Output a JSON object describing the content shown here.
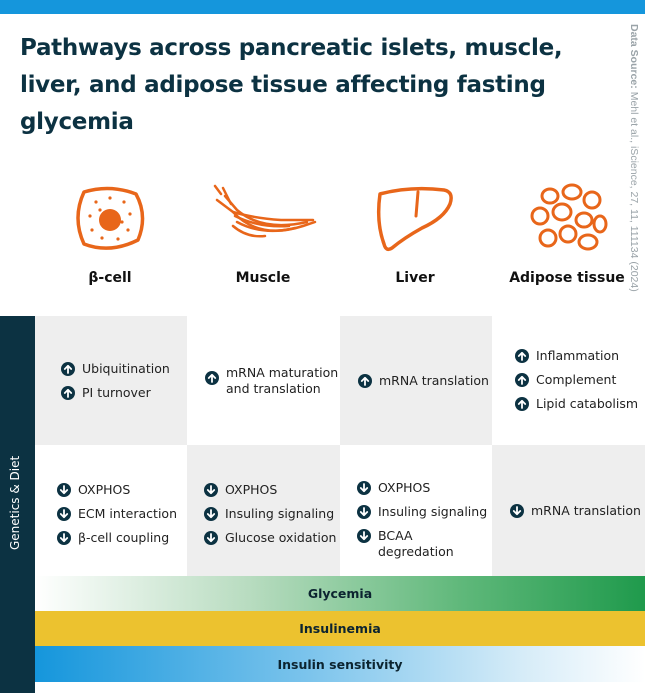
{
  "title": "Pathways across pancreatic islets, muscle, liver, and adipose tissue affecting fasting glycemia",
  "source": {
    "label": "Data Source:",
    "text": "Mehl et al., iScience, 27, 11, 111134 (2024)"
  },
  "side_label": "Genetics & Diet",
  "colors": {
    "accent_orange": "#e8661a",
    "dark_teal": "#0c3242",
    "top_bar_blue": "#1596dc",
    "glycemia_green": "#1f9a4c",
    "insulinemia_yellow": "#ecc22f",
    "sensitivity_blue": "#1596dc"
  },
  "tissues": [
    {
      "name": "β-cell",
      "icon": "beta-cell-icon",
      "up": [
        "Ubiquitination",
        "PI turnover"
      ],
      "down": [
        "OXPHOS",
        "ECM interaction",
        "β-cell coupling"
      ]
    },
    {
      "name": "Muscle",
      "icon": "muscle-icon",
      "up": [
        "mRNA maturation\nand translation"
      ],
      "down": [
        "OXPHOS",
        "Insuling signaling",
        "Glucose oxidation"
      ]
    },
    {
      "name": "Liver",
      "icon": "liver-icon",
      "up": [
        "mRNA translation"
      ],
      "down": [
        "OXPHOS",
        "Insuling signaling",
        "BCAA degredation"
      ]
    },
    {
      "name": "Adipose tissue",
      "icon": "adipose-icon",
      "up": [
        "Inflammation",
        "Complement",
        "Lipid catabolism"
      ],
      "down": [
        "mRNA translation"
      ]
    }
  ],
  "bars": [
    {
      "label": "Glycemia",
      "icon": "gradient-bar"
    },
    {
      "label": "Insulinemia",
      "icon": "solid-bar"
    },
    {
      "label": "Insulin sensitivity",
      "icon": "gradient-bar"
    }
  ]
}
